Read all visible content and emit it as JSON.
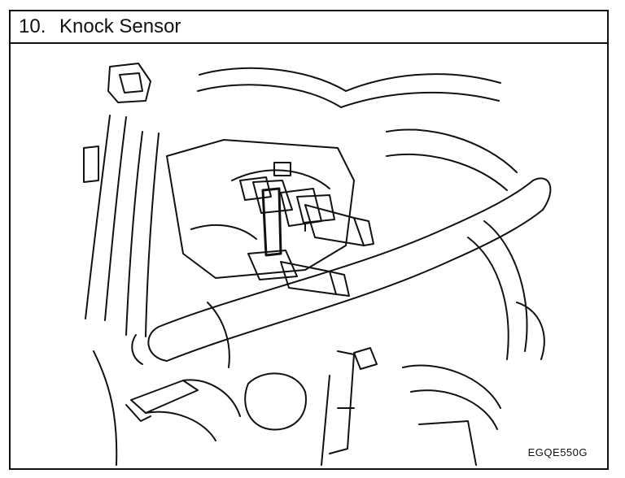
{
  "header": {
    "number": "10.",
    "title": "Knock Sensor"
  },
  "figure": {
    "code": "EGQE550G"
  },
  "colors": {
    "ink": "#111111",
    "paper": "#ffffff"
  }
}
